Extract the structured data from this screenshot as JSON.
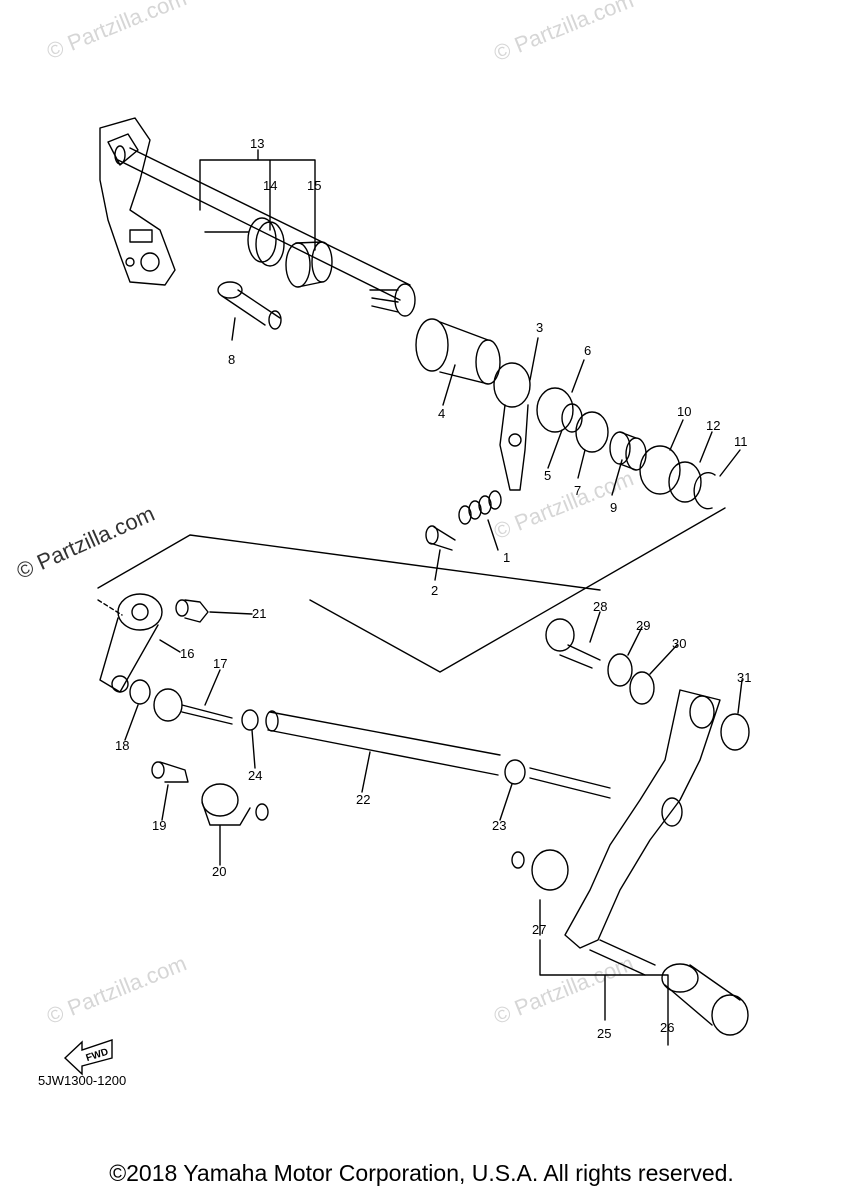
{
  "watermarks": {
    "text": "© Partzilla.com",
    "side_text": "© Partzilla.com"
  },
  "diagram": {
    "code": "5JW1300-1200",
    "fwd_label": "FWD",
    "callouts": [
      "1",
      "2",
      "3",
      "4",
      "5",
      "6",
      "7",
      "8",
      "9",
      "10",
      "11",
      "12",
      "13",
      "14",
      "15",
      "16",
      "17",
      "18",
      "19",
      "20",
      "21",
      "22",
      "23",
      "24",
      "25",
      "26",
      "27",
      "28",
      "29",
      "30",
      "31"
    ]
  },
  "footer": {
    "copyright": "©2018 Yamaha Motor Corporation, U.S.A. All rights reserved."
  }
}
